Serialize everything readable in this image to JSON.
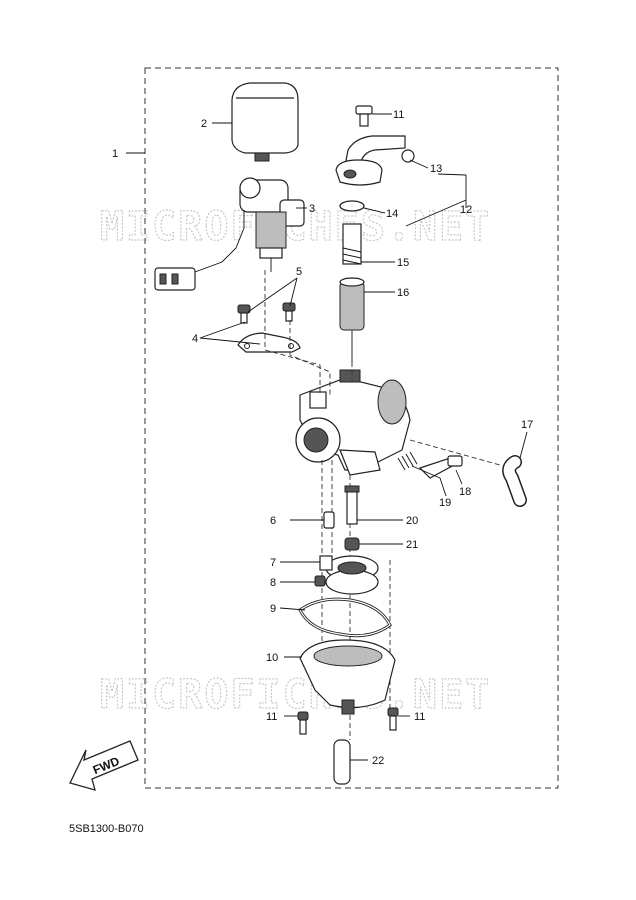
{
  "diagram_code": "5SB1300-B070",
  "watermark_text": "MICROFICHES.NET",
  "fwd_label": "FWD",
  "callouts": {
    "c1": "1",
    "c2": "2",
    "c3": "3",
    "c4": "4",
    "c5": "5",
    "c6": "6",
    "c7": "7",
    "c8": "8",
    "c9": "9",
    "c10": "10",
    "c11a": "11",
    "c11b": "11",
    "c11c": "11",
    "c12": "12",
    "c13": "13",
    "c14": "14",
    "c15": "15",
    "c16": "16",
    "c17": "17",
    "c18": "18",
    "c19": "19",
    "c20": "20",
    "c21": "21",
    "c22": "22"
  }
}
